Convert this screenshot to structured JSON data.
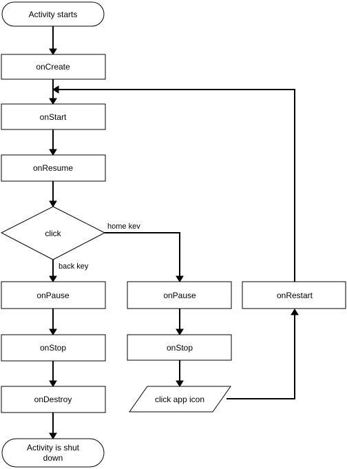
{
  "diagram": {
    "nodes": {
      "activity_starts": "Activity starts",
      "on_create": "onCreate",
      "on_start": "onStart",
      "on_resume": "onResume",
      "click_decision": "click",
      "on_pause_back": "onPause",
      "on_stop_back": "onStop",
      "on_destroy": "onDestroy",
      "activity_shut_down_line1": "Activity is shut",
      "activity_shut_down_line2": "down",
      "on_pause_home": "onPause",
      "on_stop_home": "onStop",
      "click_app_icon": "click app icon",
      "on_restart": "onRestart"
    },
    "edges": {
      "home_key": "home kev",
      "back_key": "back key"
    }
  }
}
